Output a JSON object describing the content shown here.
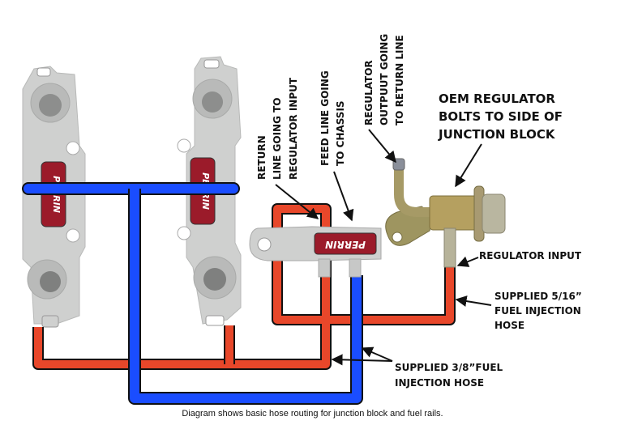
{
  "diagram": {
    "title": "Hose routing diagram for junction block and fuel rails",
    "caption": "Diagram shows basic hose routing for junction block and fuel rails.",
    "colors": {
      "feed_hose": "#1a4dff",
      "return_hose": "#e8472a",
      "outline": "#111111",
      "aluminum": "#cfd0cf",
      "brass": "#b5a060",
      "badge": "#9b1b2a"
    },
    "components": {
      "fuel_rail_left_badge": "PERRIN",
      "fuel_rail_right_badge": "PERRIN",
      "junction_block_badge": "PERRIN"
    },
    "labels": {
      "return_line": [
        "RETURN",
        "LINE GOING TO",
        "REGULATOR INPUT"
      ],
      "feed_line": [
        "FEED LINE GOING",
        "TO CHASSIS"
      ],
      "regulator_output": [
        "REGULATOR",
        "OUTPUUT GOING",
        "TO RETURN LINE"
      ],
      "oem_regulator": [
        "OEM REGULATOR",
        "BOLTS TO SIDE OF",
        "JUNCTION BLOCK"
      ],
      "regulator_input": "REGULATOR INPUT",
      "hose_5_16": [
        "SUPPLIED 5/16”",
        "FUEL INJECTION",
        "HOSE"
      ],
      "hose_3_8": [
        "SUPPLIED 3/8”FUEL",
        "INJECTION HOSE"
      ]
    }
  }
}
